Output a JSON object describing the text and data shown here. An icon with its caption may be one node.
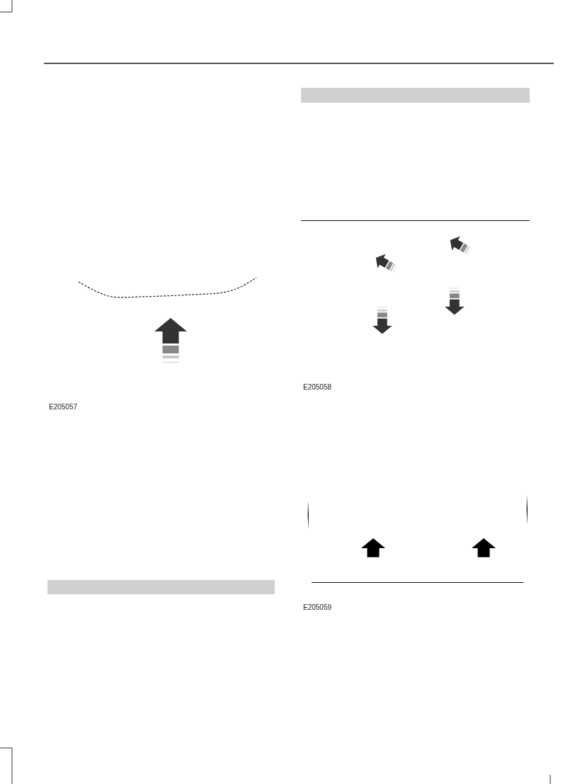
{
  "diagram": {
    "nodes": [
      {
        "text": [],
        "shape": "bar"
      },
      {
        "text": [],
        "shape": "bar"
      }
    ],
    "labels": [
      "E205057",
      "E205058",
      "E205059"
    ]
  }
}
